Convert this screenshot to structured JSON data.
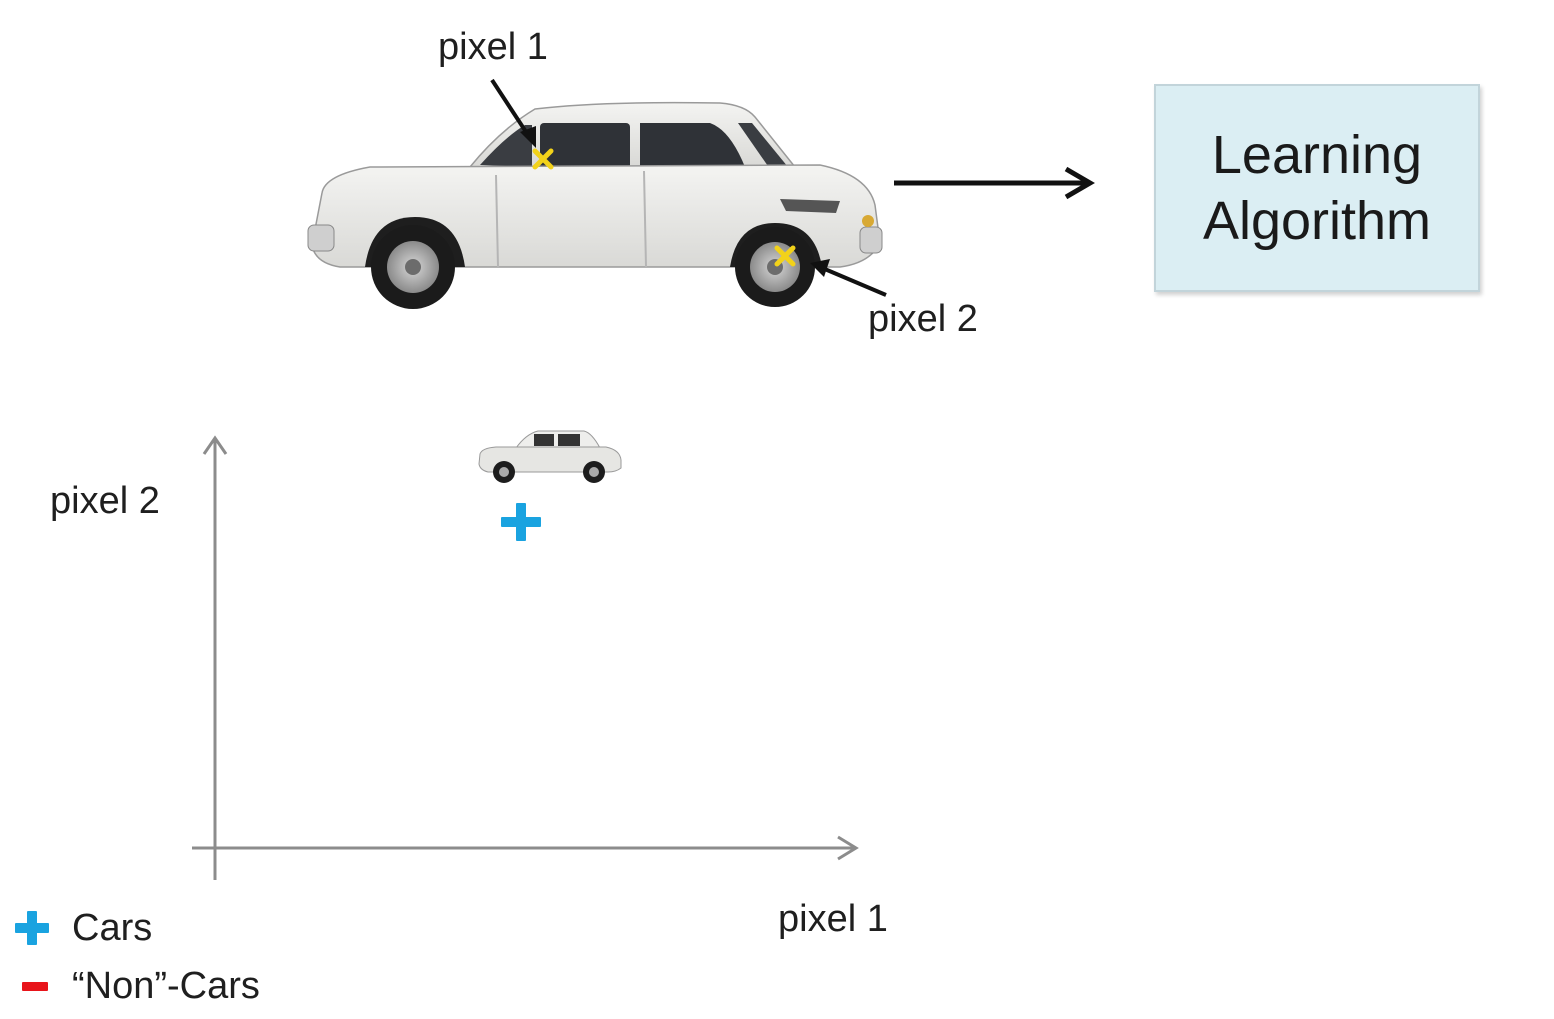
{
  "callouts": {
    "pixel1": "pixel 1",
    "pixel2": "pixel 2"
  },
  "learning_box": {
    "text": "Learning\nAlgorithm"
  },
  "plot": {
    "xlabel": "pixel 1",
    "ylabel": "pixel 2"
  },
  "legend": {
    "cars": "Cars",
    "non_cars": "“Non”-Cars"
  },
  "colors": {
    "positive_marker": "#1aa3e0",
    "negative_marker": "#e8141a",
    "pixel_marker": "#f2d21a",
    "axis": "#8c8c8c",
    "box_fill": "#dbeef3"
  },
  "icons": {
    "car": "car-icon",
    "positive": "plus-icon",
    "negative": "minus-icon",
    "pixel_mark": "x-mark-icon"
  }
}
